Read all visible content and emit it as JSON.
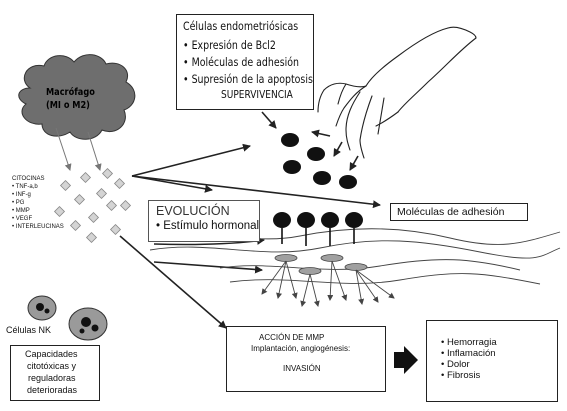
{
  "endometriotic_cells": {
    "title": "Células endometriósicas",
    "items": [
      "Expresión de Bcl2",
      "Moléculas de adhesión",
      "Supresión de la apoptosis"
    ],
    "footer": "SUPERVIVENCIA"
  },
  "macrophage": {
    "title": "Macrófago",
    "subtitle": "(MI o M2)"
  },
  "mediators": [
    "CITOCINAS",
    "TNF-a,b",
    "INF-g",
    "PG",
    "MMP",
    "VEGF",
    "INTERLEUCINAS"
  ],
  "evolution": {
    "title": "EVOLUCIÓN",
    "item": "Estímulo hormonal"
  },
  "adhesion_label": "Moléculas de adhesión",
  "nk_label": "Células NK",
  "nk_capacities": [
    "Capacidades",
    "citotóxicas y",
    "reguladoras",
    "deterioradas"
  ],
  "mmp_action": {
    "title": "ACCIÓN DE MMP",
    "subtitle": "Implantación, angiogénesis:",
    "footer": "INVASIÓN"
  },
  "outcomes": [
    "Hemorragia",
    "Inflamación",
    "Dolor",
    "Fibrosis"
  ],
  "colors": {
    "line": "#222222",
    "cloud": "#6e6e6e",
    "diamond": "#d4d4d4",
    "nk_cell": "#9a9a9a",
    "disc": "#a0a0a0"
  }
}
